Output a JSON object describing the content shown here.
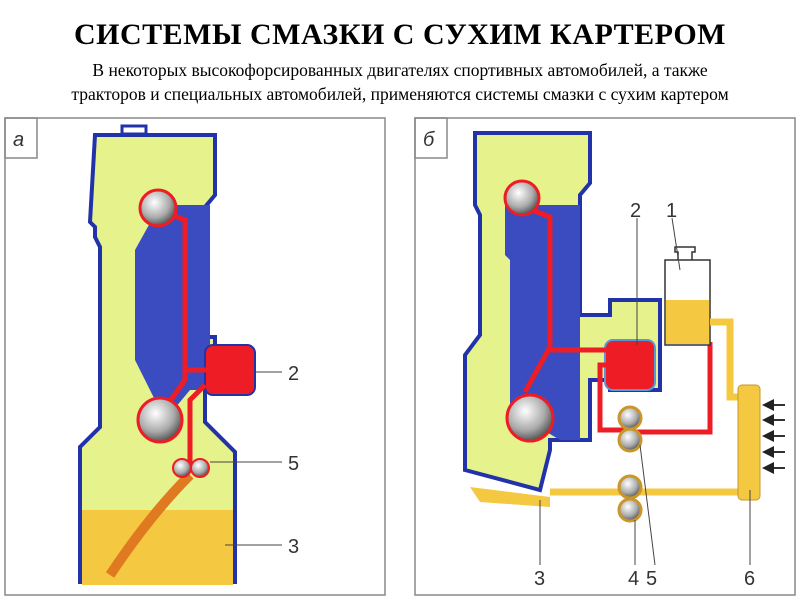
{
  "slide": {
    "title": "СИСТЕМЫ СМАЗКИ С СУХИМ КАРТЕРОМ",
    "subtitle_line1": "В некоторых высокофорсированных двигателях спортивных автомобилей, а также",
    "subtitle_line2": "тракторов и специальных автомобилей, применяются системы смазки с сухим картером"
  },
  "diagram_a": {
    "panel_label": "а",
    "callouts": [
      "2",
      "5",
      "3"
    ]
  },
  "diagram_b": {
    "panel_label": "б",
    "callouts": [
      "2",
      "1",
      "3",
      "4",
      "5",
      "6"
    ]
  },
  "colors": {
    "housing": "#e6f28c",
    "block": "#3a4cc0",
    "pressure_oil": "#ee1c24",
    "oil": "#f5c842",
    "outline": "#2233aa"
  }
}
